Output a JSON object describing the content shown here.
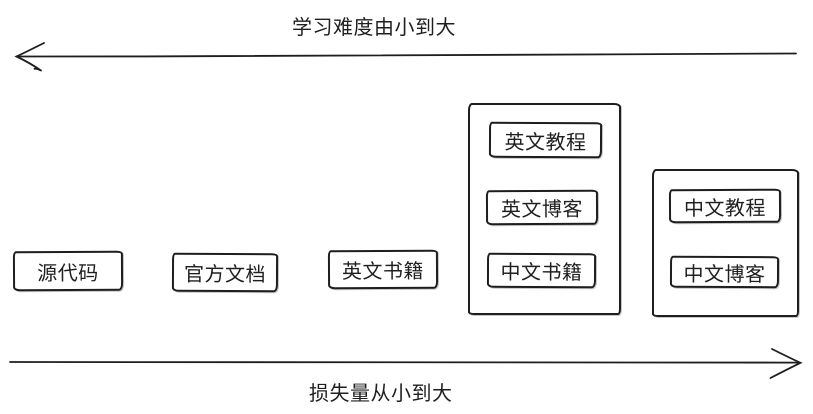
{
  "diagram": {
    "axes": {
      "top": {
        "label": "学习难度由小到大",
        "arrow_direction": "left"
      },
      "bottom": {
        "label": "损失量从小到大",
        "arrow_direction": "right"
      }
    },
    "nodes": [
      {
        "label": "源代码"
      },
      {
        "label": "官方文档"
      },
      {
        "label": "英文书籍"
      }
    ],
    "groups": [
      {
        "items": [
          {
            "label": "英文教程"
          },
          {
            "label": "英文博客"
          },
          {
            "label": "中文书籍"
          }
        ]
      },
      {
        "items": [
          {
            "label": "中文教程"
          },
          {
            "label": "中文博客"
          }
        ]
      }
    ],
    "colors": {
      "stroke": "#1e1e1e",
      "text": "#1f1f1f",
      "background": "#ffffff"
    }
  }
}
